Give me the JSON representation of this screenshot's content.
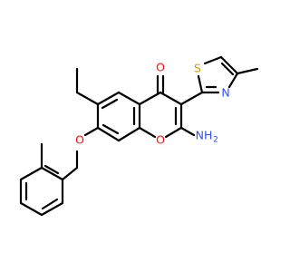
{
  "molecule": {
    "atoms": {
      "O_ketone": {
        "label": "O",
        "color": "#ff0d0d"
      },
      "O_ring": {
        "label": "O",
        "color": "#ff0d0d"
      },
      "O_ether": {
        "label": "O",
        "color": "#ff0d0d"
      },
      "NH2": {
        "label": "NH",
        "sub": "2",
        "color": "#3050f8"
      },
      "S": {
        "label": "S",
        "color": "#c8a000"
      },
      "N_thiazole": {
        "label": "N",
        "color": "#3050f8"
      }
    },
    "bond_color": "#000000"
  }
}
